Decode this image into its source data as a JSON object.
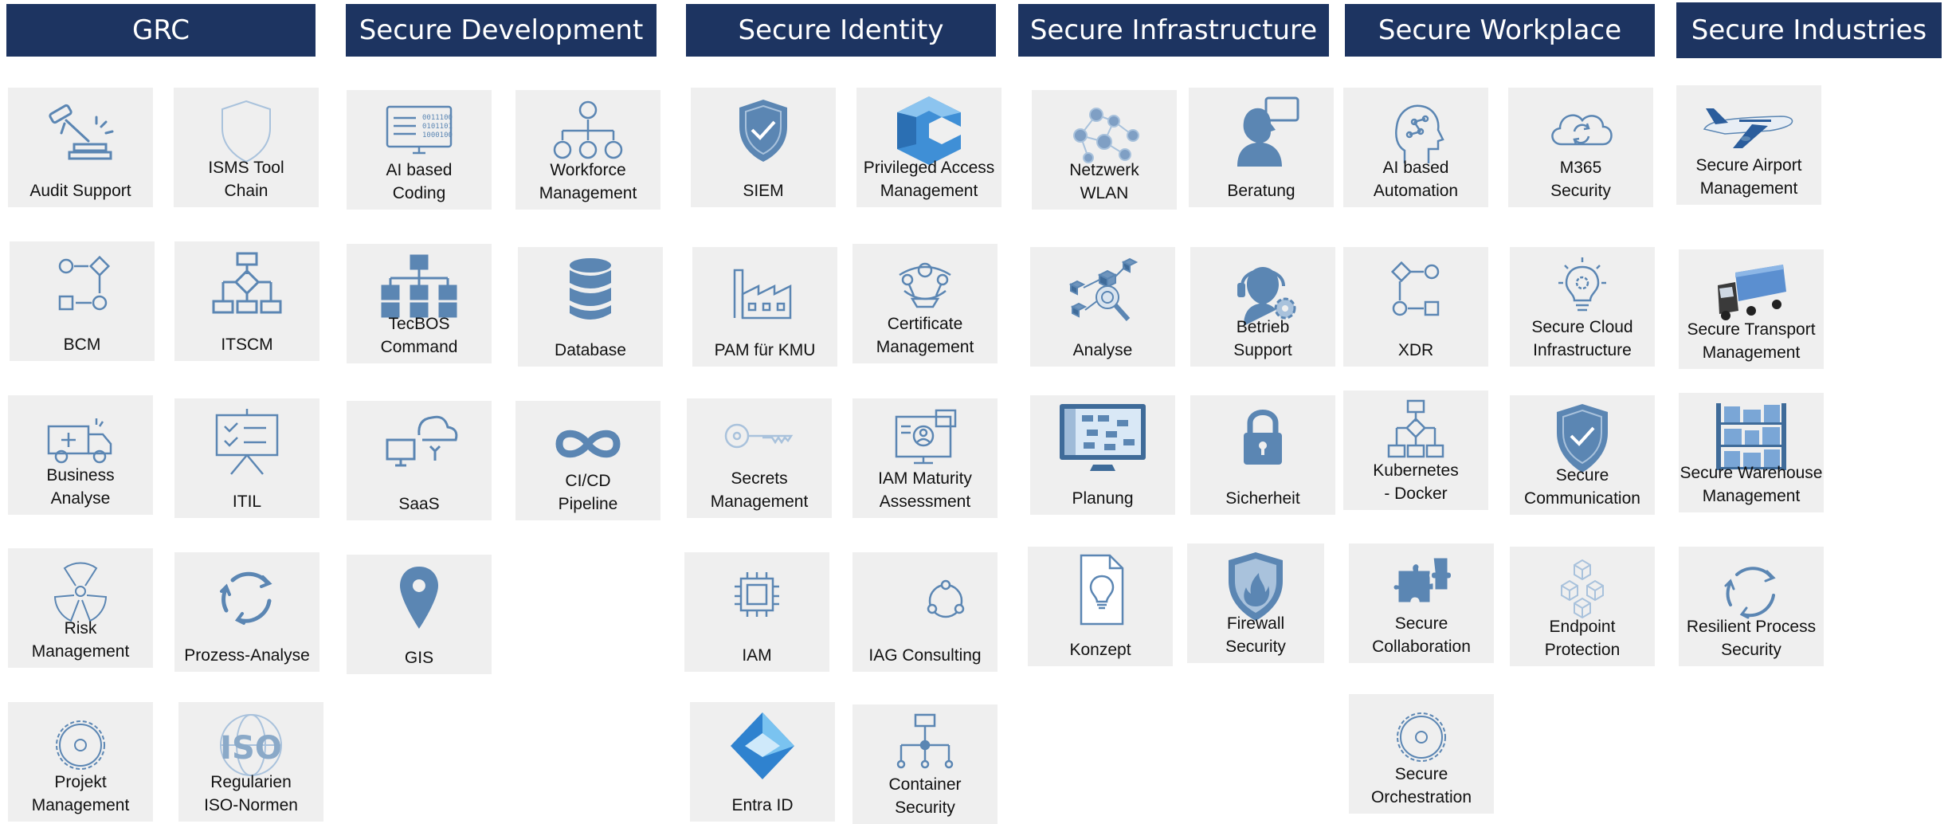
{
  "colors": {
    "header_bg": "#1d3461",
    "header_text": "#ffffff",
    "tile_bg": "#efefef",
    "icon": "#5b86b3",
    "icon_light": "#a9c2dc"
  },
  "columns": [
    {
      "title": "GRC",
      "tiles": [
        {
          "label": "Audit Support",
          "icon": "gavel-icon"
        },
        {
          "label": "ISMS Tool\nChain",
          "icon": "shield-outline-icon"
        },
        {
          "label": "BCM",
          "icon": "flow-cycle-icon"
        },
        {
          "label": "ITSCM",
          "icon": "hierarchy-decision-icon"
        },
        {
          "label": "Business\nAnalyse",
          "icon": "ambulance-icon"
        },
        {
          "label": "ITIL",
          "icon": "presentation-board-icon"
        },
        {
          "label": "Risk\nManagement",
          "icon": "radiation-icon"
        },
        {
          "label": "Prozess-Analyse",
          "icon": "cycle-arrows-icon"
        },
        {
          "label": "Projekt\nManagement",
          "icon": "gear-outline-icon"
        },
        {
          "label": "Regularien\nISO-Normen",
          "icon": "iso-globe-icon"
        }
      ]
    },
    {
      "title": "Secure Development",
      "tiles": [
        {
          "label": "AI based\nCoding",
          "icon": "monitor-code-icon"
        },
        {
          "label": "Workforce\nManagement",
          "icon": "team-hierarchy-icon"
        },
        {
          "label": "TecBOS\nCommand",
          "icon": "org-chart-icon"
        },
        {
          "label": "Database",
          "icon": "database-icon"
        },
        {
          "label": "SaaS",
          "icon": "cloud-computer-icon"
        },
        {
          "label": "CI/CD\nPipeline",
          "icon": "infinity-icon"
        },
        {
          "label": "GIS",
          "icon": "map-pin-icon"
        }
      ]
    },
    {
      "title": "Secure Identity",
      "tiles": [
        {
          "label": "SIEM",
          "icon": "shield-check-icon"
        },
        {
          "label": "Privileged Access\nManagement",
          "icon": "cube-c-logo-icon"
        },
        {
          "label": "PAM für KMU",
          "icon": "factory-icon"
        },
        {
          "label": "Certificate\nManagement",
          "icon": "certificate-icon"
        },
        {
          "label": "Secrets\nManagement",
          "icon": "key-icon"
        },
        {
          "label": "IAM Maturity\nAssessment",
          "icon": "identity-screen-icon"
        },
        {
          "label": "IAM",
          "icon": "chip-icon"
        },
        {
          "label": "IAG Consulting",
          "icon": "cycle-nodes-icon"
        },
        {
          "label": "Entra ID",
          "icon": "entra-diamond-icon"
        },
        {
          "label": "Container\nSecurity",
          "icon": "network-tree-icon"
        }
      ]
    },
    {
      "title": "Secure Infrastructure",
      "tiles": [
        {
          "label": "Netzwerk\nWLAN",
          "icon": "network-nodes-icon"
        },
        {
          "label": "Beratung",
          "icon": "person-speech-icon"
        },
        {
          "label": "Analyse",
          "icon": "cube-network-magnifier-icon"
        },
        {
          "label": "Betrieb\nSupport",
          "icon": "headset-gear-icon"
        },
        {
          "label": "Planung",
          "icon": "monitor-dashboard-icon"
        },
        {
          "label": "Sicherheit",
          "icon": "padlock-icon"
        },
        {
          "label": "Konzept",
          "icon": "document-bulb-icon"
        },
        {
          "label": "Firewall\nSecurity",
          "icon": "shield-fire-icon"
        }
      ]
    },
    {
      "title": "Secure Workplace",
      "tiles": [
        {
          "label": "AI based\nAutomation",
          "icon": "ai-head-icon"
        },
        {
          "label": "M365\nSecurity",
          "icon": "cloud-sync-icon"
        },
        {
          "label": "XDR",
          "icon": "flow-cycle-icon"
        },
        {
          "label": "Secure Cloud\nInfrastructure",
          "icon": "bulb-gear-icon"
        },
        {
          "label": "Kubernetes\n- Docker",
          "icon": "hierarchy-decision-icon"
        },
        {
          "label": "Secure\nCommunication",
          "icon": "shield-check-icon"
        },
        {
          "label": "Secure\nCollaboration",
          "icon": "puzzle-icon"
        },
        {
          "label": "Endpoint\nProtection",
          "icon": "cubes-icon"
        },
        {
          "label": "Secure\nOrchestration",
          "icon": "gear-outline-icon"
        }
      ]
    },
    {
      "title": "Secure Industries",
      "tiles": [
        {
          "label": "Secure Airport\nManagement",
          "icon": "airplane-icon"
        },
        {
          "label": "Secure Transport\nManagement",
          "icon": "truck-icon"
        },
        {
          "label": "Secure Warehouse\nManagement",
          "icon": "warehouse-shelves-icon"
        },
        {
          "label": "Resilient Process\nSecurity",
          "icon": "cycle-arrows-icon"
        }
      ]
    }
  ]
}
